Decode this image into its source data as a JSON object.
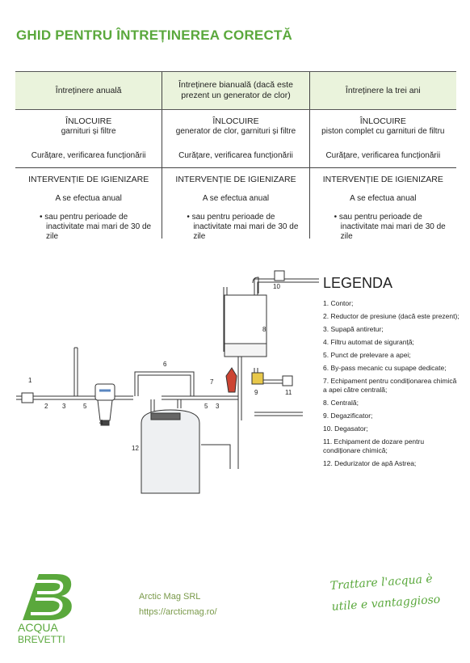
{
  "page_title": "GHID PENTRU ÎNTREȚINEREA CORECTĂ",
  "table": {
    "headers": [
      "Întreținere anuală",
      "Întreținere bianuală (dacă este prezent un generator de clor)",
      "Întreținere la trei ani"
    ],
    "replace_row": [
      {
        "title": "ÎNLOCUIRE",
        "items": "garnituri și filtre",
        "check": "Curățare, verificarea funcționării"
      },
      {
        "title": "ÎNLOCUIRE",
        "items": "generator de clor, garnituri și filtre",
        "check": "Curățare, verificarea funcționării"
      },
      {
        "title": "ÎNLOCUIRE",
        "items": "piston complet cu garnituri de filtru",
        "check": "Curățare, verificarea funcționării"
      }
    ],
    "hygiene_row": [
      {
        "title": "INTERVENȚIE DE IGIENIZARE",
        "freq": "A se efectua anual",
        "bullet": "• sau pentru perioade de inactivitate mai mari de 30 de zile"
      },
      {
        "title": "INTERVENȚIE DE IGIENIZARE",
        "freq": "A se efectua anual",
        "bullet": "• sau pentru perioade de inactivitate mai mari de 30 de zile"
      },
      {
        "title": "INTERVENȚIE DE IGIENIZARE",
        "freq": "A se efectua anual",
        "bullet": "• sau pentru perioade de inactivitate mai mari de 30 de zile"
      }
    ]
  },
  "diagram_labels": [
    "1",
    "2",
    "3",
    "4",
    "5",
    "6",
    "5",
    "3",
    "7",
    "8",
    "9",
    "10",
    "11",
    "12"
  ],
  "legend": {
    "title": "LEGENDA",
    "items": [
      "1. Contor;",
      "2. Reductor de presiune (dacă este prezent);",
      "3. Supapă antiretur;",
      "4. Filtru automat de siguranță;",
      "5. Punct de prelevare a apei;",
      "6. By-pass mecanic cu supape dedicate;",
      "7. Echipament pentru condiționarea chimică a apei către centrală;",
      "8. Centrală;",
      "9. Degazificator;",
      "10. Degasator;",
      "11. Echipament de dozare pentru condiționare chimică;",
      "12. Dedurizator de apă Astrea;"
    ]
  },
  "footer": {
    "logo_line1": "ACQUA",
    "logo_line2": "BREVETTI",
    "company": "Arctic Mag SRL",
    "url": "https://arcticmag.ro/",
    "slogan_line1": "Trattare l'acqua è",
    "slogan_line2": "utile e vantaggioso"
  },
  "colors": {
    "accent": "#5aa83c",
    "header_bg": "#eaf3dc",
    "footer_text": "#7a9a4a"
  }
}
